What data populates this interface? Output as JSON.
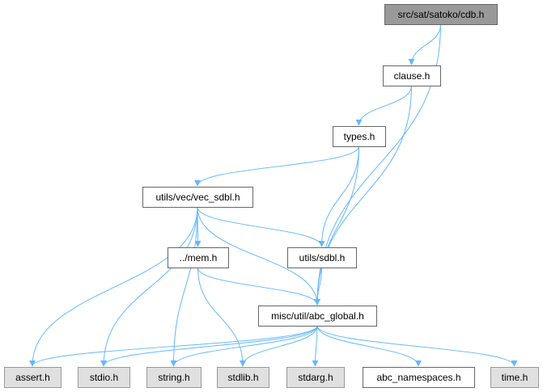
{
  "colors": {
    "edge": "#63b8ff",
    "root_fill": "#999999",
    "root_stroke": "#666666",
    "node_fill": "#ffffff",
    "node_stroke": "#666666",
    "ext_fill": "#e0e0e0",
    "ext_stroke": "#999999"
  },
  "nodes": [
    {
      "id": "cdb",
      "label": "src/sat/satoko/cdb.h",
      "kind": "root"
    },
    {
      "id": "clause",
      "label": "clause.h",
      "kind": "normal"
    },
    {
      "id": "types",
      "label": "types.h",
      "kind": "normal"
    },
    {
      "id": "vec_sdbl",
      "label": "utils/vec/vec_sdbl.h",
      "kind": "normal"
    },
    {
      "id": "mem",
      "label": "../mem.h",
      "kind": "normal"
    },
    {
      "id": "sdbl",
      "label": "utils/sdbl.h",
      "kind": "normal"
    },
    {
      "id": "abc_global",
      "label": "misc/util/abc_global.h",
      "kind": "normal"
    },
    {
      "id": "assert",
      "label": "assert.h",
      "kind": "external"
    },
    {
      "id": "stdio",
      "label": "stdio.h",
      "kind": "external"
    },
    {
      "id": "string",
      "label": "string.h",
      "kind": "external"
    },
    {
      "id": "stdlib",
      "label": "stdlib.h",
      "kind": "external"
    },
    {
      "id": "stdarg",
      "label": "stdarg.h",
      "kind": "external"
    },
    {
      "id": "abc_namespaces",
      "label": "abc_namespaces.h",
      "kind": "normal"
    },
    {
      "id": "time",
      "label": "time.h",
      "kind": "external"
    }
  ],
  "edges": [
    {
      "from": "cdb",
      "to": "clause"
    },
    {
      "from": "cdb",
      "to": "abc_global"
    },
    {
      "from": "clause",
      "to": "types"
    },
    {
      "from": "clause",
      "to": "abc_global"
    },
    {
      "from": "types",
      "to": "vec_sdbl"
    },
    {
      "from": "types",
      "to": "sdbl"
    },
    {
      "from": "types",
      "to": "abc_global"
    },
    {
      "from": "vec_sdbl",
      "to": "mem"
    },
    {
      "from": "vec_sdbl",
      "to": "sdbl"
    },
    {
      "from": "vec_sdbl",
      "to": "abc_global"
    },
    {
      "from": "vec_sdbl",
      "to": "assert"
    },
    {
      "from": "vec_sdbl",
      "to": "stdio"
    },
    {
      "from": "vec_sdbl",
      "to": "string"
    },
    {
      "from": "mem",
      "to": "abc_global"
    },
    {
      "from": "mem",
      "to": "stdlib"
    },
    {
      "from": "sdbl",
      "to": "abc_global"
    },
    {
      "from": "abc_global",
      "to": "assert"
    },
    {
      "from": "abc_global",
      "to": "stdio"
    },
    {
      "from": "abc_global",
      "to": "string"
    },
    {
      "from": "abc_global",
      "to": "stdlib"
    },
    {
      "from": "abc_global",
      "to": "stdarg"
    },
    {
      "from": "abc_global",
      "to": "abc_namespaces"
    },
    {
      "from": "abc_global",
      "to": "time"
    }
  ]
}
